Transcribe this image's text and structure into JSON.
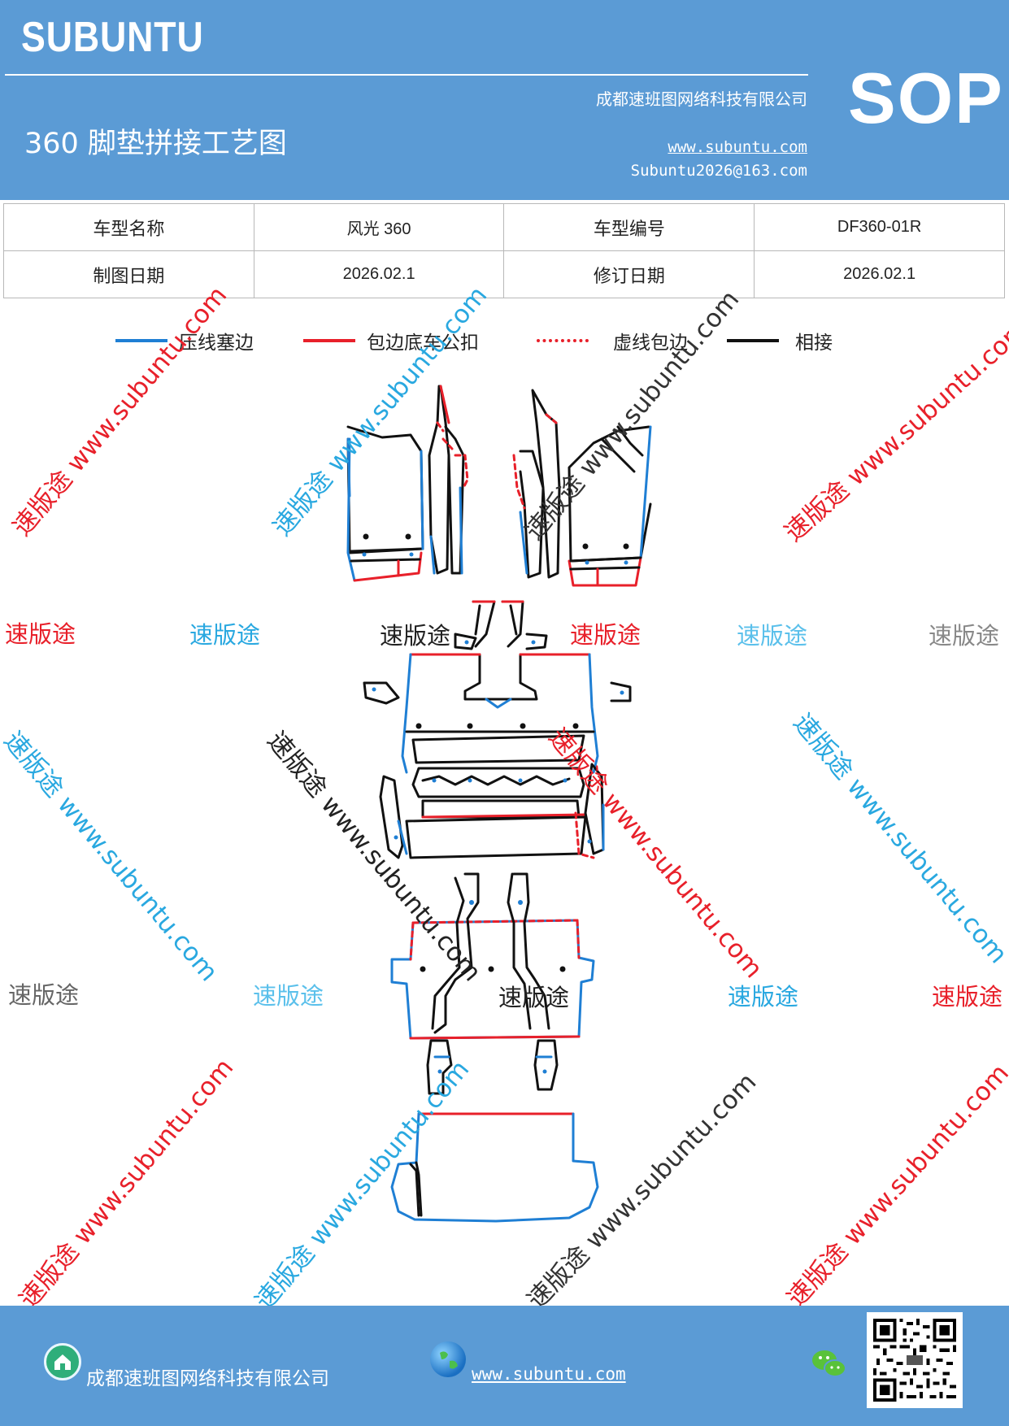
{
  "header": {
    "brand": "SUBUNTU",
    "title": "360 脚垫拼接工艺图",
    "company": "成都速班图网络科技有限公司",
    "website": "www.subuntu.com",
    "email": "Subuntu2026@163.com",
    "badge": "SOP",
    "background_color": "#5b9bd5"
  },
  "info_table": {
    "rows": [
      [
        {
          "label": "车型名称",
          "value": "风光 360"
        },
        {
          "label": "车型编号",
          "value": "DF360-01R"
        }
      ],
      [
        {
          "label": "制图日期",
          "value": "2026.02.1"
        },
        {
          "label": "修订日期",
          "value": "2026.02.1"
        }
      ]
    ]
  },
  "legend": [
    {
      "label": "压线塞边",
      "color": "#1f7fd4",
      "style": "solid"
    },
    {
      "label": "包边底车公扣",
      "color": "#e8202a",
      "style": "solid"
    },
    {
      "label": "虚线包边",
      "color": "#e8202a",
      "style": "dashed"
    },
    {
      "label": "相接",
      "color": "#111111",
      "style": "solid"
    }
  ],
  "watermarks": {
    "brand_text": "速版途",
    "url_text": "www.subuntu.com",
    "diagonal_text": "速版途 www.subuntu.com"
  },
  "footer": {
    "company": "成都速班图网络科技有限公司",
    "website": "www.subuntu.com",
    "icons": [
      "company-icon",
      "globe-icon",
      "wechat-icon",
      "qr-code"
    ]
  }
}
